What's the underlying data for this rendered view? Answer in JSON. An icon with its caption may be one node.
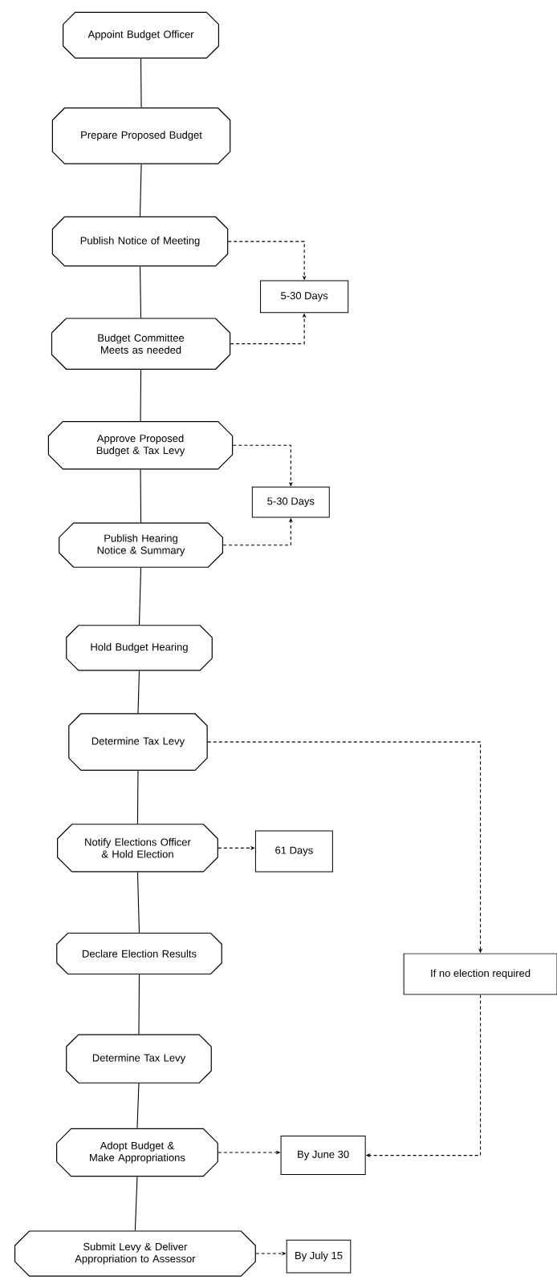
{
  "diagram": {
    "nodes": [
      {
        "text": [
          "Appoint Budget Officer"
        ]
      },
      {
        "text": [
          "Prepare Proposed Budget"
        ]
      },
      {
        "text": [
          "Publish Notice of Meeting"
        ]
      },
      {
        "text": [
          "5-30 Days"
        ]
      },
      {
        "text": [
          "Budget Committee Meets as needed"
        ]
      },
      {
        "text": [
          "Approve Proposed Budget & Tax Levy"
        ]
      },
      {
        "text": [
          "5-30 Days"
        ]
      },
      {
        "text": [
          "Publish Hearing Notice & Summary"
        ]
      },
      {
        "text": [
          "Hold Budget Hearing"
        ]
      },
      {
        "text": [
          "Determine Tax Levy"
        ]
      },
      {
        "text": [
          "Notify Elections Officer & Hold Election"
        ]
      },
      {
        "text": [
          "61 Days"
        ]
      },
      {
        "text": [
          "Declare Election Results"
        ]
      },
      {
        "text": [
          "If no election required"
        ]
      },
      {
        "text": [
          "Determine Tax Levy"
        ]
      },
      {
        "text": [
          "Adopt Budget & Make Appropriations"
        ]
      },
      {
        "text": [
          "By June 30"
        ]
      },
      {
        "text": [
          "Submit Levy & Deliver Appropriation to Assessor"
        ]
      },
      {
        "text": [
          "By July 15"
        ]
      }
    ],
    "edges": [
      {
        "from": 0,
        "to": 1,
        "arrow": "none"
      },
      {
        "from": 1,
        "to": 2,
        "arrow": "none"
      },
      {
        "from": 2,
        "to": 4,
        "arrow": "none"
      },
      {
        "from": 4,
        "to": 5,
        "arrow": "none"
      },
      {
        "from": 5,
        "to": 7,
        "arrow": "none"
      },
      {
        "from": 7,
        "to": 8,
        "arrow": "none"
      },
      {
        "from": 8,
        "to": 9,
        "arrow": "none"
      },
      {
        "from": 9,
        "to": 10,
        "arrow": "none"
      },
      {
        "from": 10,
        "to": 12,
        "arrow": "none"
      },
      {
        "from": 12,
        "to": 14,
        "arrow": "none"
      },
      {
        "from": 14,
        "to": 15,
        "arrow": "none"
      },
      {
        "from": 15,
        "to": 17,
        "arrow": "none"
      },
      {
        "from": 2,
        "to": 3,
        "arrow": "to",
        "style": "dashed"
      },
      {
        "from": 4,
        "to": 3,
        "arrow": "to",
        "style": "dashed"
      },
      {
        "from": 5,
        "to": 6,
        "arrow": "to",
        "style": "dashed"
      },
      {
        "from": 7,
        "to": 6,
        "arrow": "to",
        "style": "dashed"
      },
      {
        "from": 9,
        "to": 13,
        "arrow": "to",
        "style": "dashed"
      },
      {
        "from": 10,
        "to": 11,
        "arrow": "to",
        "style": "dashed"
      },
      {
        "from": 15,
        "to": 16,
        "arrow": "to",
        "style": "dashed"
      },
      {
        "from": 13,
        "to": 16,
        "arrow": "to",
        "style": "dashed"
      },
      {
        "from": 17,
        "to": 18,
        "arrow": "to",
        "style": "dashed"
      }
    ]
  }
}
